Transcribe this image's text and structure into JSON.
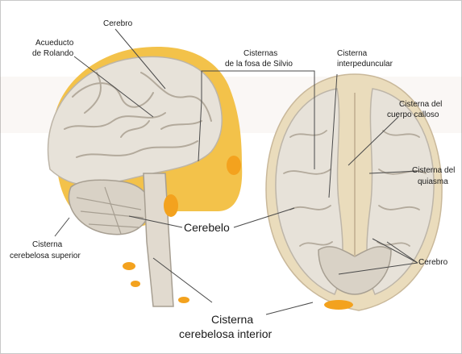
{
  "labels": {
    "cerebro_top": "Cerebro",
    "acueducto_1": "Acueducto",
    "acueducto_2": "de Rolando",
    "cisternas_1": "Cisternas",
    "cisternas_2": "de la fosa de Silvio",
    "interped_1": "Cisterna",
    "interped_2": "interpeduncular",
    "calloso_1": "Cisterna del",
    "calloso_2": "cuerpo calloso",
    "quiasma_1": "Cisterna del",
    "quiasma_2": "quiasma",
    "cerebelo": "Cerebelo",
    "cereb_sup_1": "Cisterna",
    "cereb_sup_2": "cerebelosa superior",
    "cerebro_right": "Cerebro",
    "cereb_inf_1": "Cisterna",
    "cereb_inf_2": "cerebelosa interior"
  },
  "colors": {
    "csf_yellow": "#f3c24a",
    "brain_gray": "#e7e2d9",
    "brain_shadow": "#bdb5a8",
    "cerebellum_gray": "#d9d2c6",
    "base_beige": "#eadcbc",
    "leader_line": "#4a4a4a"
  }
}
